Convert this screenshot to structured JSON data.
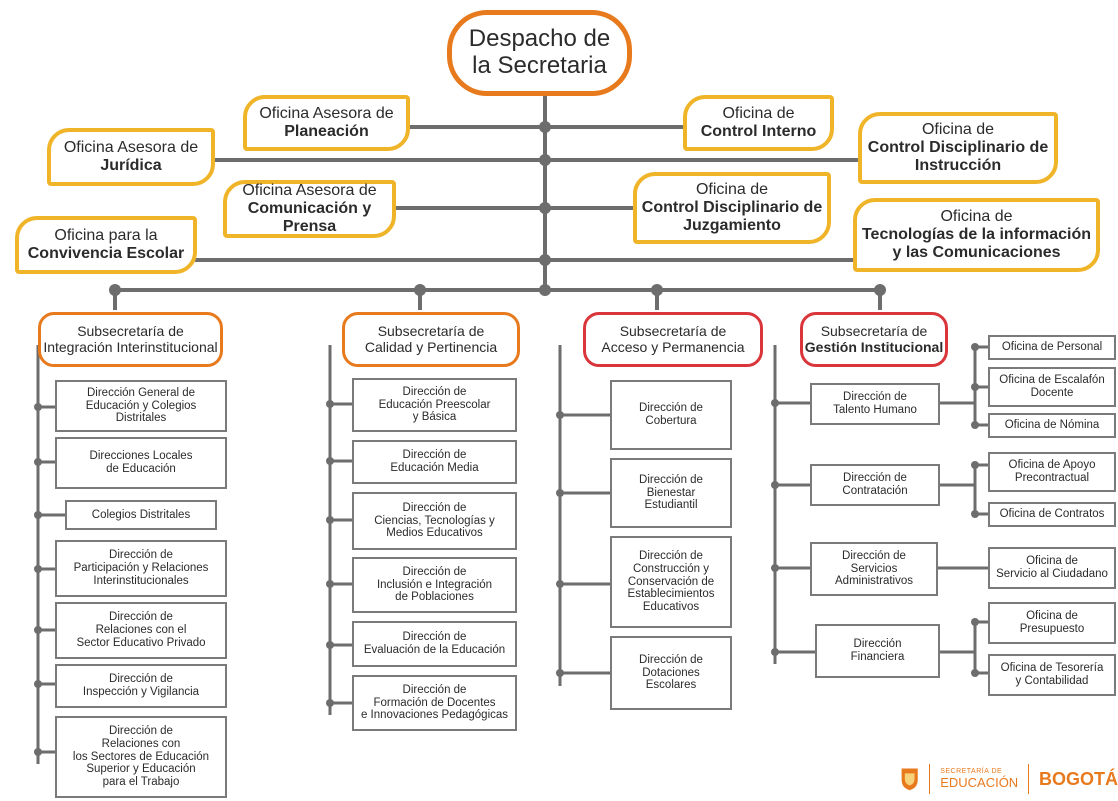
{
  "root": {
    "line1": "Despacho de",
    "line2": "la Secretaria"
  },
  "offices": [
    {
      "id": "planeacion",
      "l1": "Oficina Asesora de",
      "l2": "Planeación",
      "l3": ""
    },
    {
      "id": "control-interno",
      "l1": "Oficina de",
      "l2": "Control Interno",
      "l3": ""
    },
    {
      "id": "juridica",
      "l1": "Oficina Asesora de",
      "l2": "Jurídica",
      "l3": ""
    },
    {
      "id": "control-disc-instruccion",
      "l1": "Oficina de",
      "l2": "Control Disciplinario de",
      "l3": "Instrucción"
    },
    {
      "id": "comunicacion",
      "l1": "Oficina Asesora de",
      "l2": "Comunicación y Prensa",
      "l3": ""
    },
    {
      "id": "control-disc-juzgamiento",
      "l1": "Oficina de",
      "l2": "Control Disciplinario de",
      "l3": "Juzgamiento"
    },
    {
      "id": "convivencia",
      "l1": "Oficina para la",
      "l2": "Convivencia Escolar",
      "l3": ""
    },
    {
      "id": "tic",
      "l1": "Oficina de",
      "l2": "Tecnologías de la información",
      "l3": "y las Comunicaciones"
    }
  ],
  "subsecretarias": [
    {
      "id": "integracion",
      "l1": "Subsecretaría de",
      "l2": "Integración Interinstitucional"
    },
    {
      "id": "calidad",
      "l1": "Subsecretaría de",
      "l2": "Calidad y Pertinencia"
    },
    {
      "id": "acceso",
      "l1": "Subsecretaría de",
      "l2": "Acceso y Permanencia"
    },
    {
      "id": "gestion",
      "l1": "Subsecretaría de",
      "l2": "Gestión Institucional"
    }
  ],
  "integracion_units": [
    {
      "lines": [
        "Dirección General de",
        "Educación y Colegios Distritales"
      ]
    },
    {
      "lines": [
        "Direcciones Locales",
        "de Educación"
      ]
    },
    {
      "lines": [
        "Colegios Distritales"
      ]
    },
    {
      "lines": [
        "Dirección de",
        "Participación y Relaciones",
        "Interinstitucionales"
      ]
    },
    {
      "lines": [
        "Dirección de",
        "Relaciones con el",
        "Sector Educativo Privado"
      ]
    },
    {
      "lines": [
        "Dirección de",
        "Inspección y Vigilancia"
      ]
    },
    {
      "lines": [
        "Dirección de",
        "Relaciones con",
        "los Sectores de Educación",
        "Superior y Educación",
        "para el Trabajo"
      ]
    }
  ],
  "calidad_units": [
    {
      "lines": [
        "Dirección de",
        "Educación Preescolar",
        "y Básica"
      ]
    },
    {
      "lines": [
        "Dirección de",
        "Educación Media"
      ]
    },
    {
      "lines": [
        "Dirección de",
        "Ciencias, Tecnologías y",
        "Medios Educativos"
      ]
    },
    {
      "lines": [
        "Dirección de",
        "Inclusión e Integración",
        "de Poblaciones"
      ]
    },
    {
      "lines": [
        "Dirección de",
        "Evaluación de la Educación"
      ]
    },
    {
      "lines": [
        "Dirección de",
        "Formación de Docentes",
        "e Innovaciones Pedagógicas"
      ]
    }
  ],
  "acceso_units": [
    {
      "lines": [
        "Dirección de",
        "Cobertura"
      ]
    },
    {
      "lines": [
        "Dirección de",
        "Bienestar",
        "Estudiantil"
      ]
    },
    {
      "lines": [
        "Dirección de",
        "Construcción y",
        "Conservación de",
        "Establecimientos",
        "Educativos"
      ]
    },
    {
      "lines": [
        "Dirección de",
        "Dotaciones",
        "Escolares"
      ]
    }
  ],
  "gestion_units": [
    {
      "lines": [
        "Dirección de",
        "Talento Humano"
      ]
    },
    {
      "lines": [
        "Dirección de",
        "Contratación"
      ]
    },
    {
      "lines": [
        "Dirección de",
        "Servicios",
        "Administrativos"
      ]
    },
    {
      "lines": [
        "Dirección",
        "Financiera"
      ]
    }
  ],
  "gestion_offices": [
    {
      "lines": [
        "Oficina de Personal"
      ]
    },
    {
      "lines": [
        "Oficina de Escalafón",
        "Docente"
      ]
    },
    {
      "lines": [
        "Oficina de Nómina"
      ]
    },
    {
      "lines": [
        "Oficina de Apoyo",
        "Precontractual"
      ]
    },
    {
      "lines": [
        "Oficina de Contratos"
      ]
    },
    {
      "lines": [
        "Oficina de",
        "Servicio al Ciudadano"
      ]
    },
    {
      "lines": [
        "Oficina de",
        "Presupuesto"
      ]
    },
    {
      "lines": [
        "Oficina de Tesorería",
        "y Contabilidad"
      ]
    }
  ],
  "footer": {
    "sec_small": "SECRETARÍA DE",
    "sec_big": "EDUCACIÓN",
    "bogota": "BOGOTÁ",
    "shield_icon": "bogota-shield-icon"
  },
  "colors": {
    "root_border": "#e87a1e",
    "office_border": "#f0b429",
    "sub_border_orange": "#e87a1e",
    "sub_border_red": "#d9353b",
    "connector": "#6d6d6d"
  }
}
